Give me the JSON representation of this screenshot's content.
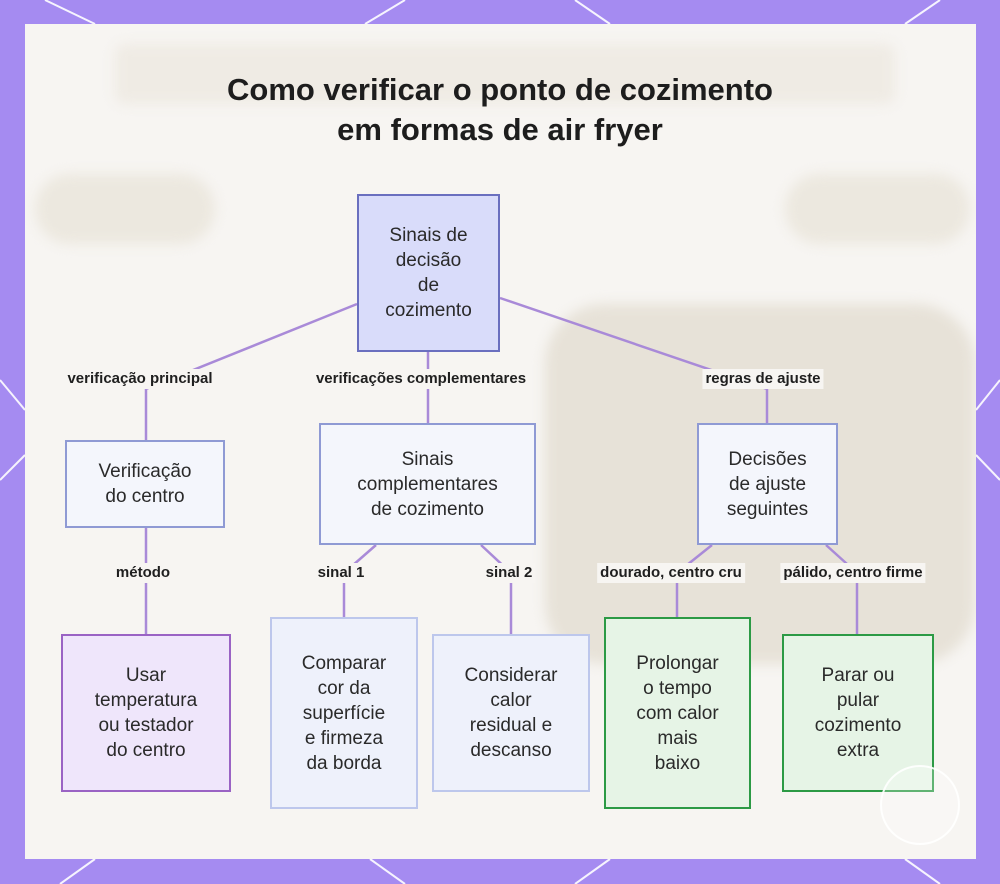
{
  "title_lines": [
    "Como verificar o ponto de cozimento",
    "em formas de air fryer"
  ],
  "nodes": {
    "root": [
      "Sinais de",
      "decisão",
      "de",
      "cozimento"
    ],
    "center_check": [
      "Verificação",
      "do centro"
    ],
    "complementary": [
      "Sinais",
      "complementares",
      "de cozimento"
    ],
    "adjust": [
      "Decisões",
      "de ajuste",
      "seguintes"
    ],
    "use_temp": [
      "Usar",
      "temperatura",
      "ou testador",
      "do centro"
    ],
    "compare_color": [
      "Comparar",
      "cor da",
      "superfície",
      "e firmeza",
      "da borda"
    ],
    "residual_heat": [
      "Considerar",
      "calor",
      "residual e",
      "descanso"
    ],
    "prolong": [
      "Prolongar",
      "o tempo",
      "com calor",
      "mais",
      "baixo"
    ],
    "stop": [
      "Parar ou",
      "pular",
      "cozimento",
      "extra"
    ]
  },
  "edge_labels": {
    "main_check": "verificação principal",
    "complementary_checks": "verificações complementares",
    "adjust_rules": "regras de ajuste",
    "method": "método",
    "signal1": "sinal 1",
    "signal2": "sinal 2",
    "golden_raw": "dourado, centro cru",
    "pale_firm": "pálido, centro firme"
  },
  "colors": {
    "frame": "#a58bf1",
    "connector": "#a98ad8",
    "root_fill": "#d9dcfa",
    "green_border": "#2c9a45",
    "violet_border": "#9a63c4"
  }
}
